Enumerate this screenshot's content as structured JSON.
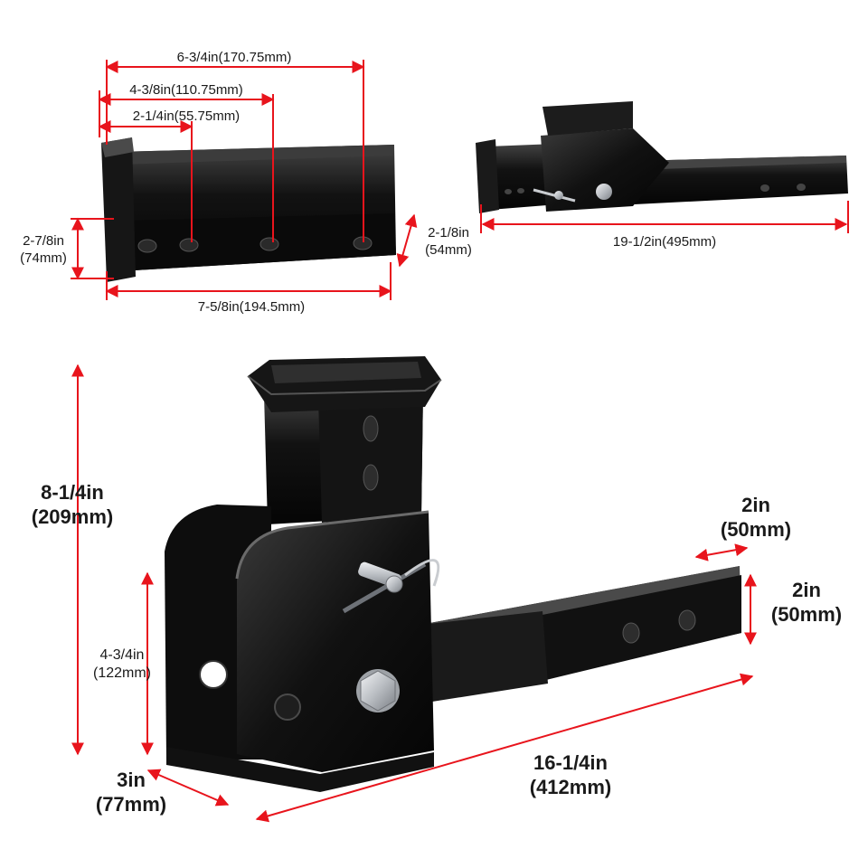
{
  "colors": {
    "dimension_line": "#e8141c",
    "steel": "#0e0e0e",
    "highlight": "#5a5a5a",
    "hardware": "#c9ccd0"
  },
  "top_left_view": {
    "dims": {
      "hole3_from_end": "6-3/4in(170.75mm)",
      "hole2_from_end": "4-3/8in(110.75mm)",
      "hole1_from_end": "2-1/4in(55.75mm)",
      "collar_height_in": "2-7/8in",
      "collar_height_mm": "(74mm)",
      "tube_height_in": "2-1/8in",
      "tube_height_mm": "(54mm)",
      "overall_length": "7-5/8in(194.5mm)"
    }
  },
  "top_right_view": {
    "dims": {
      "overall_length": "19-1/2in(495mm)"
    }
  },
  "main_view": {
    "dims": {
      "total_height_in": "8-1/4in",
      "total_height_mm": "(209mm)",
      "side_plate_height_in": "4-3/4in",
      "side_plate_height_mm": "(122mm)",
      "base_depth_in": "3in",
      "base_depth_mm": "(77mm)",
      "total_length_in": "16-1/4in",
      "total_length_mm": "(412mm)",
      "tube_width_in": "2in",
      "tube_width_mm": "(50mm)",
      "tube_height_in": "2in",
      "tube_height_mm": "(50mm)"
    }
  }
}
